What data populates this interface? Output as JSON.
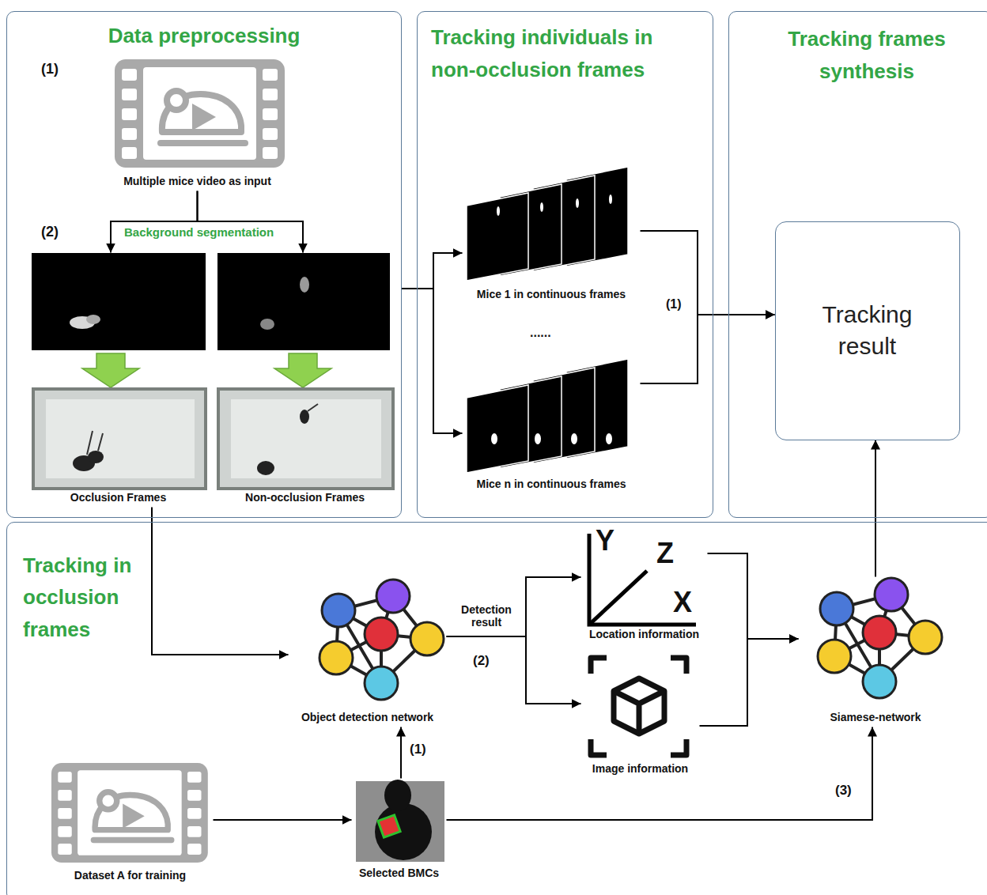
{
  "diagram": {
    "nodes": [
      {
        "text": [
          "Data preprocessing"
        ]
      },
      {
        "text": [
          "Multiple mice video as input"
        ],
        "in": 0
      },
      {
        "text": [
          "Occlusion Frames"
        ],
        "in": 0
      },
      {
        "text": [
          "Non-occlusion Frames"
        ],
        "in": 0
      },
      {
        "text": [
          "Tracking individuals in non-occlusion frames"
        ]
      },
      {
        "text": [
          "Mice 1 in continuous frames"
        ],
        "in": 4
      },
      {
        "text": [
          "Mice n in continuous frames"
        ],
        "in": 4
      },
      {
        "text": [
          "Tracking frames synthesis"
        ]
      },
      {
        "text": [
          "Tracking result"
        ],
        "in": 7
      },
      {
        "text": [
          "Tracking in occlusion frames"
        ]
      },
      {
        "text": [
          "Object detection network"
        ],
        "in": 9
      },
      {
        "text": [
          "Location information"
        ],
        "in": 9
      },
      {
        "text": [
          "Image information"
        ],
        "in": 9
      },
      {
        "text": [
          "Siamese-network"
        ],
        "in": 9
      },
      {
        "text": [
          "Dataset A for training"
        ],
        "in": 9
      },
      {
        "text": [
          "Selected BMCs"
        ],
        "in": 9
      }
    ],
    "edges": [
      {
        "from": 1,
        "to": 2,
        "arrow": "to"
      },
      {
        "from": 1,
        "to": 3,
        "arrow": "to"
      },
      {
        "from": 0,
        "to": 5,
        "arrow": "to"
      },
      {
        "from": 0,
        "to": 6,
        "arrow": "to"
      },
      {
        "from": 5,
        "to": 8,
        "arrow": "to"
      },
      {
        "from": 6,
        "to": 8,
        "arrow": "to"
      },
      {
        "from": 2,
        "to": 10,
        "arrow": "to"
      },
      {
        "from": 10,
        "to": 11,
        "arrow": "to"
      },
      {
        "from": 10,
        "to": 12,
        "arrow": "to"
      },
      {
        "from": 11,
        "to": 13,
        "arrow": "to"
      },
      {
        "from": 12,
        "to": 13,
        "arrow": "to"
      },
      {
        "from": 13,
        "to": 8,
        "arrow": "to"
      },
      {
        "from": 14,
        "to": 15,
        "arrow": "to"
      },
      {
        "from": 15,
        "to": 10,
        "arrow": "to"
      },
      {
        "from": 15,
        "to": 13,
        "arrow": "to"
      }
    ],
    "labels": [
      "(1)",
      "(2)",
      "Background segmentation",
      "(1)",
      "......",
      "Detection result",
      "(2)",
      "Y",
      "Z",
      "X",
      "(1)",
      "(3)"
    ]
  }
}
